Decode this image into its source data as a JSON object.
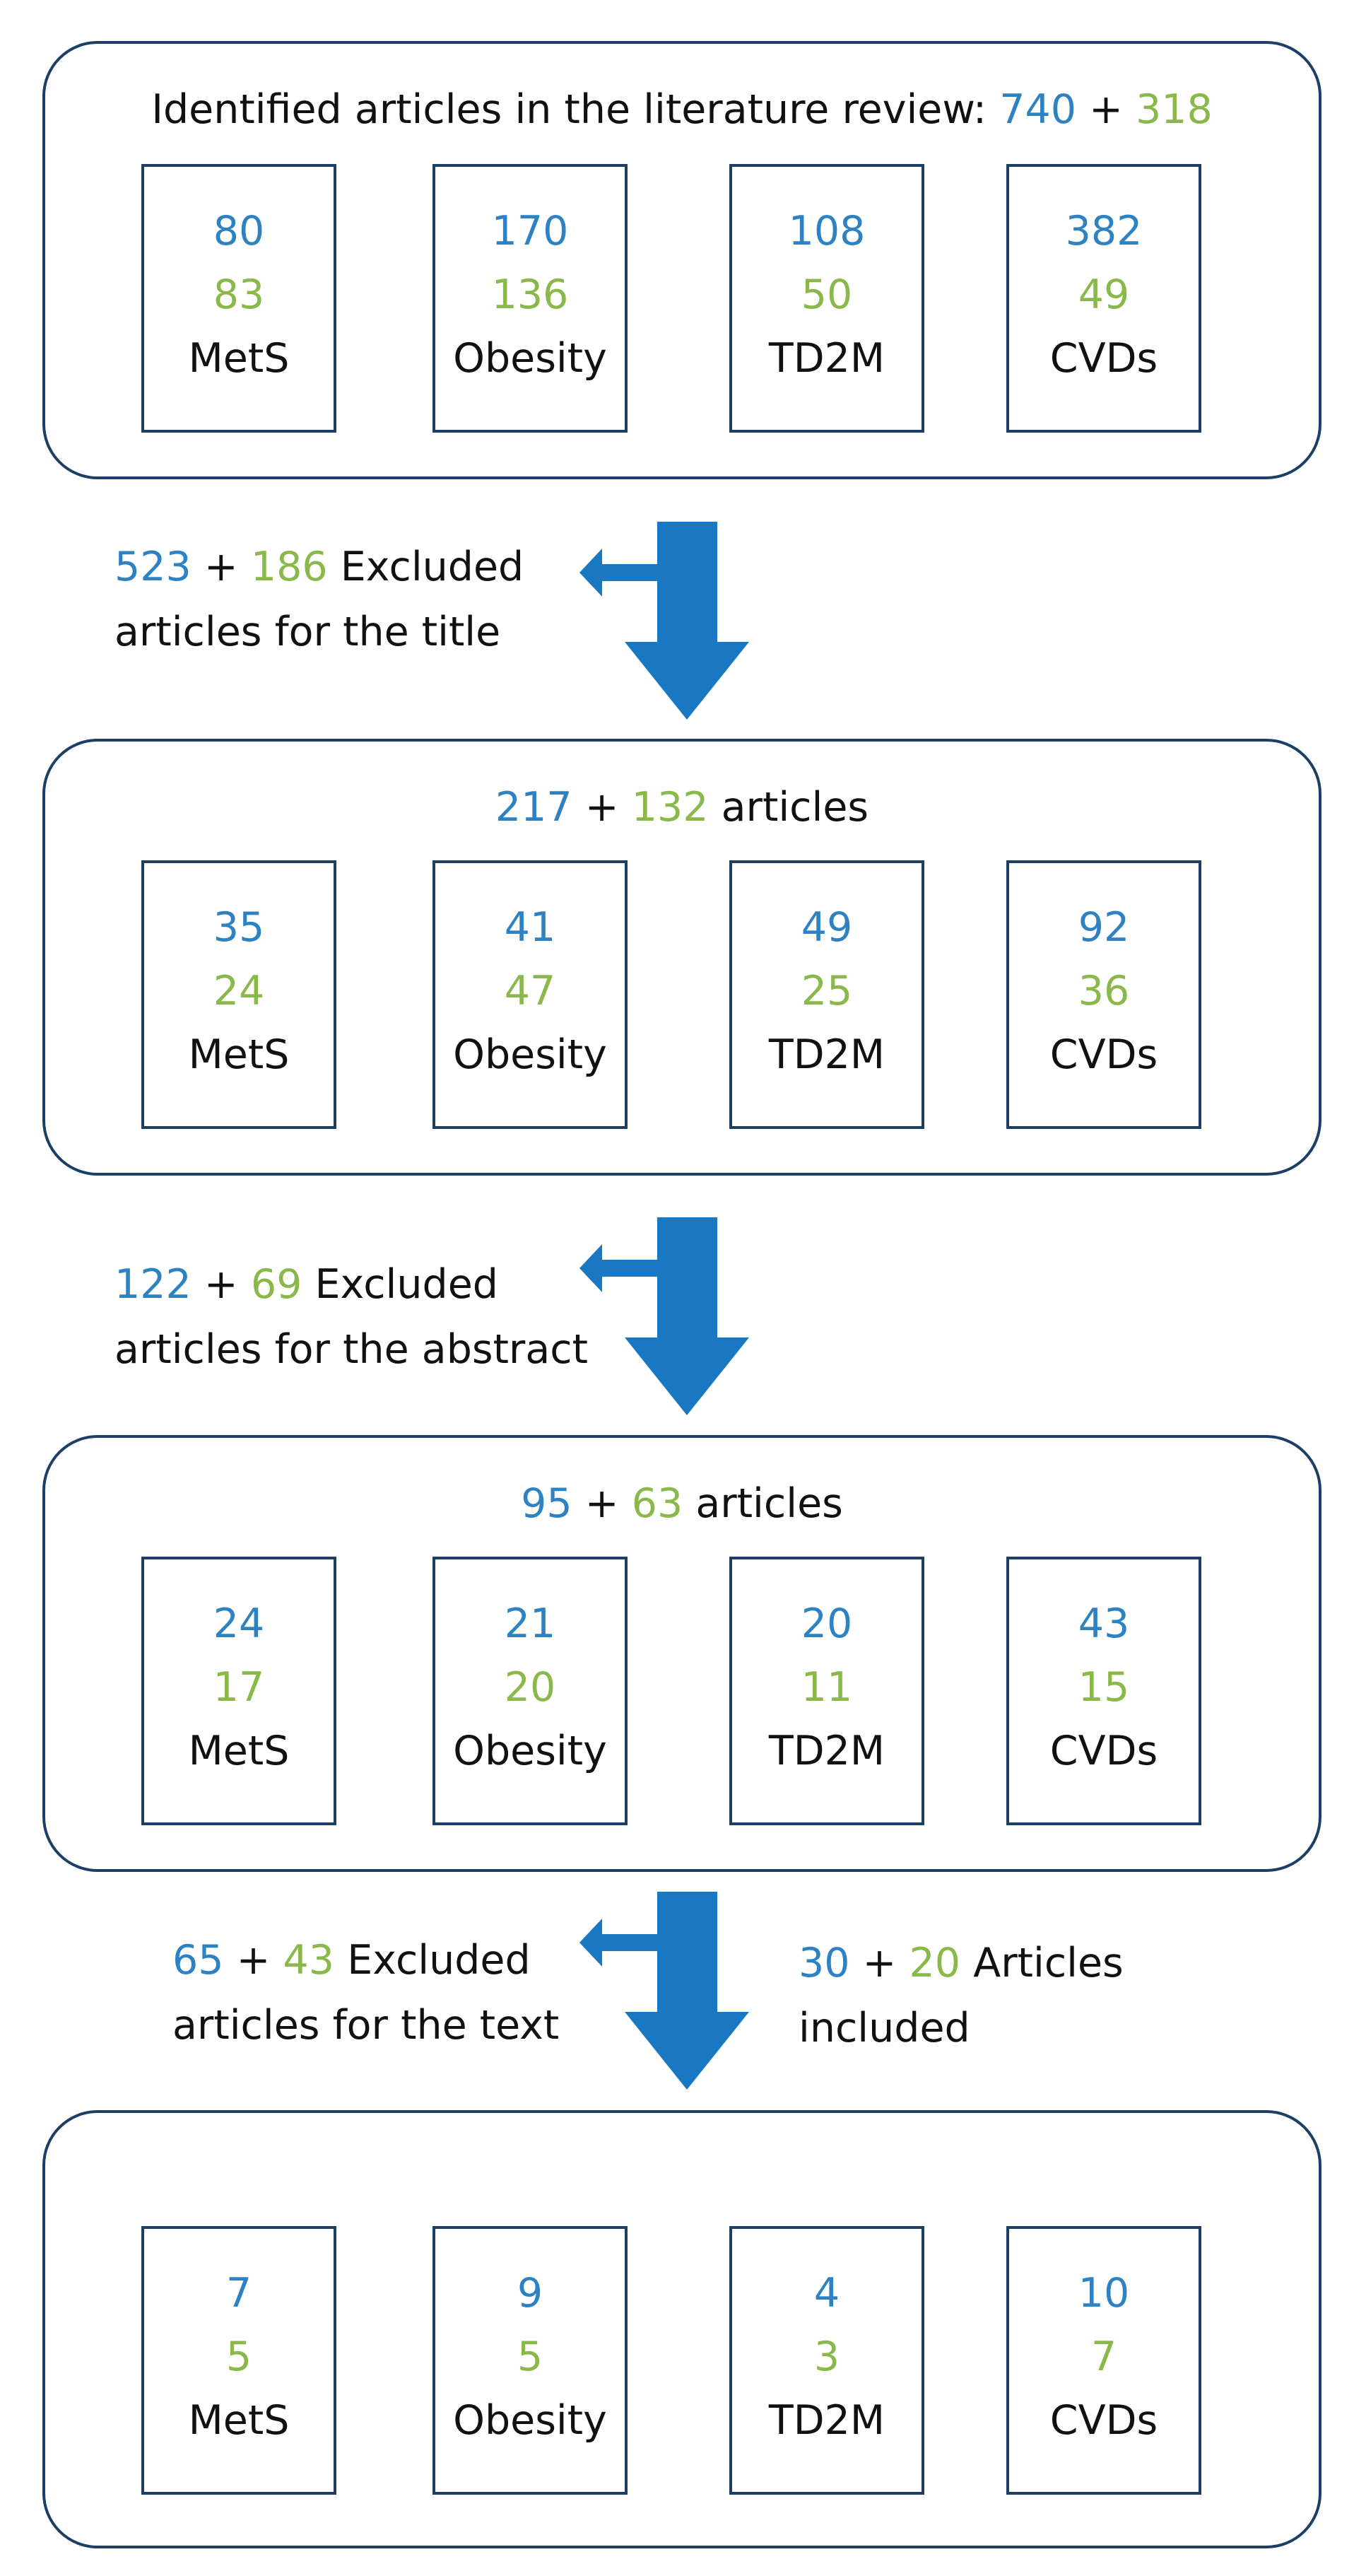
{
  "colors": {
    "blue": "#2e82c2",
    "green": "#8ab84a",
    "box_border": "#1b3f66",
    "arrow": "#1a78c2"
  },
  "stages": [
    {
      "title": {
        "prefix": "Identified articles in the literature review:",
        "blue": "740",
        "plus": "+",
        "green": "318",
        "suffix": ""
      },
      "categories": [
        {
          "blue": "80",
          "green": "83",
          "label": "MetS"
        },
        {
          "blue": "170",
          "green": "136",
          "label": "Obesity"
        },
        {
          "blue": "108",
          "green": "50",
          "label": "TD2M"
        },
        {
          "blue": "382",
          "green": "49",
          "label": "CVDs"
        }
      ]
    },
    {
      "title": {
        "prefix": "",
        "blue": "217",
        "plus": "+",
        "green": "132",
        "suffix": "articles"
      },
      "categories": [
        {
          "blue": "35",
          "green": "24",
          "label": "MetS"
        },
        {
          "blue": "41",
          "green": "47",
          "label": "Obesity"
        },
        {
          "blue": "49",
          "green": "25",
          "label": "TD2M"
        },
        {
          "blue": "92",
          "green": "36",
          "label": "CVDs"
        }
      ]
    },
    {
      "title": {
        "prefix": "",
        "blue": "95",
        "plus": "+",
        "green": "63",
        "suffix": "articles"
      },
      "categories": [
        {
          "blue": "24",
          "green": "17",
          "label": "MetS"
        },
        {
          "blue": "21",
          "green": "20",
          "label": "Obesity"
        },
        {
          "blue": "20",
          "green": "11",
          "label": "TD2M"
        },
        {
          "blue": "43",
          "green": "15",
          "label": "CVDs"
        }
      ]
    },
    {
      "title": {
        "prefix": "",
        "blue": "",
        "plus": "",
        "green": "",
        "suffix": ""
      },
      "categories": [
        {
          "blue": "7",
          "green": "5",
          "label": "MetS"
        },
        {
          "blue": "9",
          "green": "5",
          "label": "Obesity"
        },
        {
          "blue": "4",
          "green": "3",
          "label": "TD2M"
        },
        {
          "blue": "10",
          "green": "7",
          "label": "CVDs"
        }
      ]
    }
  ],
  "exclusions": [
    {
      "blue": "523",
      "plus": "+",
      "green": "186",
      "line1_rest": "Excluded",
      "line2": "articles for the title"
    },
    {
      "blue": "122",
      "plus": "+",
      "green": "69",
      "line1_rest": "Excluded",
      "line2": "articles for the abstract"
    },
    {
      "blue": "65",
      "plus": "+",
      "green": "43",
      "line1_rest": "Excluded",
      "line2": "articles for the text"
    }
  ],
  "included": {
    "blue": "30",
    "plus": "+",
    "green": "20",
    "line1_rest": "Articles",
    "line2": "included"
  }
}
